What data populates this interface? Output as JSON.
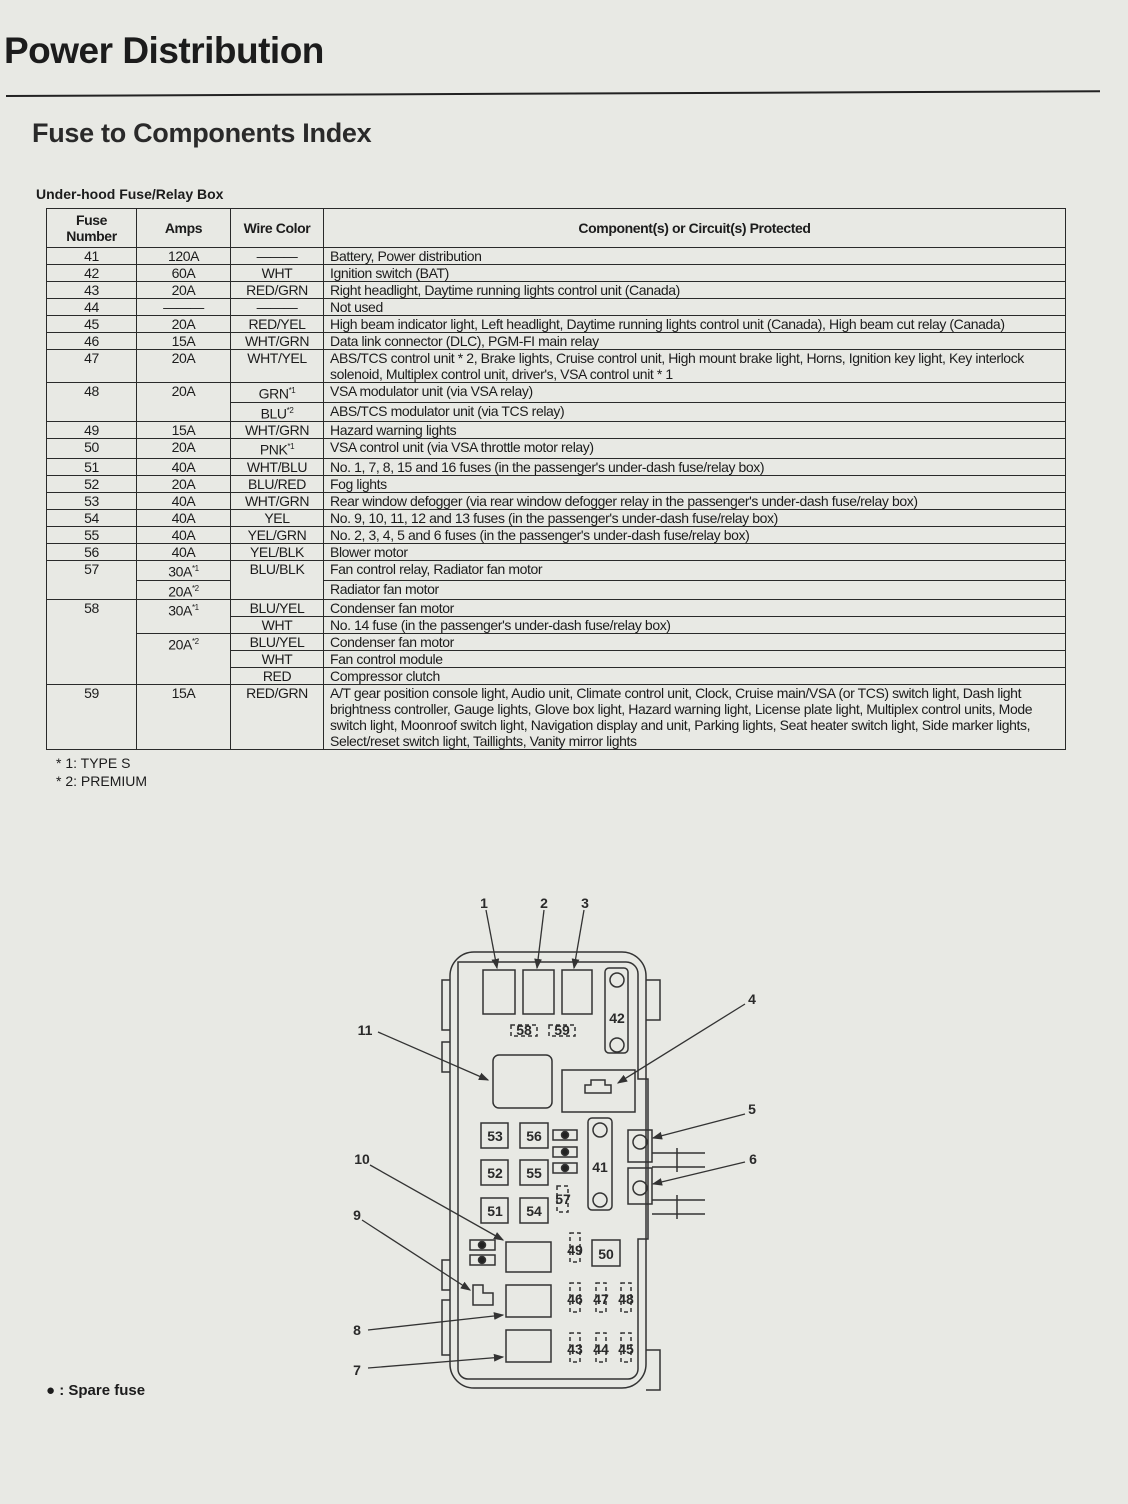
{
  "header": {
    "title": "Power Distribution",
    "subtitle": "Fuse to Components Index"
  },
  "table": {
    "caption": "Under-hood Fuse/Relay Box",
    "columns": {
      "fuse": "Fuse Number",
      "amps": "Amps",
      "wire": "Wire Color",
      "components": "Component(s) or Circuit(s) Protected"
    },
    "rows": [
      {
        "fuse": "41",
        "amps": "120A",
        "wire": "———",
        "components": "Battery, Power distribution"
      },
      {
        "fuse": "42",
        "amps": "60A",
        "wire": "WHT",
        "components": "Ignition switch (BAT)"
      },
      {
        "fuse": "43",
        "amps": "20A",
        "wire": "RED/GRN",
        "components": "Right headlight, Daytime running lights control unit (Canada)"
      },
      {
        "fuse": "44",
        "amps": "———",
        "wire": "———",
        "components": "Not used"
      },
      {
        "fuse": "45",
        "amps": "20A",
        "wire": "RED/YEL",
        "components": "High beam indicator light, Left headlight, Daytime running lights control unit (Canada), High beam cut relay (Canada)"
      },
      {
        "fuse": "46",
        "amps": "15A",
        "wire": "WHT/GRN",
        "components": "Data link connector (DLC), PGM-FI main relay"
      },
      {
        "fuse": "47",
        "amps": "20A",
        "wire": "WHT/YEL",
        "components": "ABS/TCS control unit * 2, Brake lights, Cruise control unit, High mount brake light, Horns, Ignition key light, Key interlock solenoid, Multiplex control unit, driver's, VSA control unit * 1"
      },
      {
        "fuse": "48",
        "amps": "20A",
        "wire": "GRN",
        "wire_note": "*1",
        "components": "VSA modulator unit (via VSA relay)"
      },
      {
        "wire": "BLU",
        "wire_note": "*2",
        "components": "ABS/TCS modulator unit (via TCS relay)"
      },
      {
        "fuse": "49",
        "amps": "15A",
        "wire": "WHT/GRN",
        "components": "Hazard warning lights"
      },
      {
        "fuse": "50",
        "amps": "20A",
        "wire": "PNK",
        "wire_note": "*1",
        "components": "VSA control unit (via VSA throttle motor relay)"
      },
      {
        "fuse": "51",
        "amps": "40A",
        "wire": "WHT/BLU",
        "components": "No. 1, 7, 8, 15 and 16 fuses (in the passenger's under-dash fuse/relay box)"
      },
      {
        "fuse": "52",
        "amps": "20A",
        "wire": "BLU/RED",
        "components": "Fog lights"
      },
      {
        "fuse": "53",
        "amps": "40A",
        "wire": "WHT/GRN",
        "components": "Rear window defogger (via rear window defogger relay in the passenger's under-dash fuse/relay box)"
      },
      {
        "fuse": "54",
        "amps": "40A",
        "wire": "YEL",
        "components": "No. 9, 10, 11, 12 and 13 fuses (in the passenger's under-dash fuse/relay box)"
      },
      {
        "fuse": "55",
        "amps": "40A",
        "wire": "YEL/GRN",
        "components": "No. 2, 3, 4, 5 and 6 fuses (in the passenger's under-dash fuse/relay box)"
      },
      {
        "fuse": "56",
        "amps": "40A",
        "wire": "YEL/BLK",
        "components": "Blower motor"
      },
      {
        "fuse": "57",
        "amps": "30A",
        "amps_note": "*1",
        "wire": "BLU/BLK",
        "components": "Fan control relay, Radiator fan motor"
      },
      {
        "amps": "20A",
        "amps_note": "*2",
        "components": "Radiator fan motor"
      },
      {
        "fuse": "58",
        "amps": "30A",
        "amps_note": "*1",
        "wire": "BLU/YEL",
        "components": "Condenser fan motor"
      },
      {
        "wire": "WHT",
        "components": "No. 14 fuse (in the passenger's under-dash fuse/relay box)"
      },
      {
        "amps": "20A",
        "amps_note": "*2",
        "wire": "BLU/YEL",
        "components": "Condenser fan motor"
      },
      {
        "wire": "WHT",
        "components": "Fan control module"
      },
      {
        "wire": "RED",
        "components": "Compressor clutch"
      },
      {
        "fuse": "59",
        "amps": "15A",
        "wire": "RED/GRN",
        "components": "A/T gear position console light, Audio unit, Climate control unit, Clock, Cruise main/VSA (or TCS) switch light, Dash light brightness controller, Gauge lights, Glove box light, Hazard warning light, License plate light, Multiplex control units, Mode switch light, Moonroof switch light, Navigation display and unit, Parking lights, Seat heater switch light, Side marker lights, Select/reset switch light, Taillights, Vanity mirror lights"
      }
    ]
  },
  "footnotes": [
    "* 1: TYPE S",
    "* 2: PREMIUM"
  ],
  "diagram": {
    "callouts": [
      "1",
      "2",
      "3",
      "4",
      "5",
      "6",
      "7",
      "8",
      "9",
      "10",
      "11"
    ],
    "fuses": {
      "f41": "41",
      "f42": "42",
      "f43": "43",
      "f44": "44",
      "f45": "45",
      "f46": "46",
      "f47": "47",
      "f48": "48",
      "f49": "49",
      "f50": "50",
      "f51": "51",
      "f52": "52",
      "f53": "53",
      "f54": "54",
      "f55": "55",
      "f56": "56",
      "f57": "57",
      "f58": "58",
      "f59": "59"
    }
  },
  "legend": "● : Spare fuse"
}
